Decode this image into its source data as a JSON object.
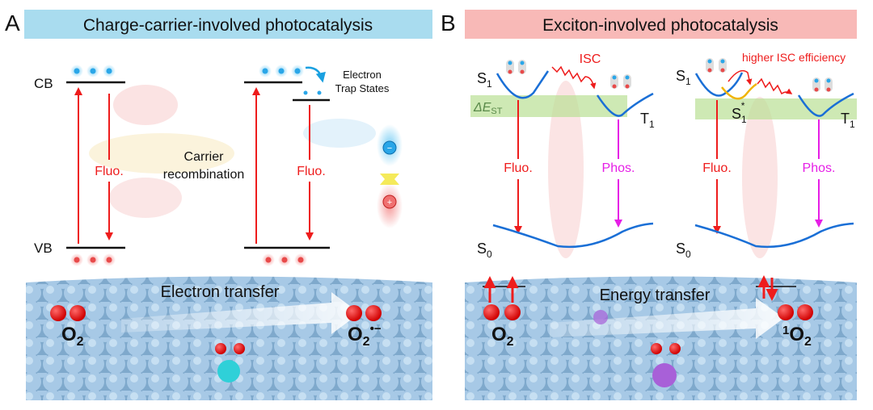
{
  "panel_a": {
    "letter": "A",
    "title": "Charge-carrier-involved photocatalysis",
    "cb_label": "CB",
    "vb_label": "VB",
    "fluo_left": "Fluo.",
    "fluo_right": "Fluo.",
    "carrier_line1": "Carrier",
    "carrier_line2": "recombination",
    "trap_line1": "Electron",
    "trap_line2": "Trap States",
    "transfer_label": "Electron transfer",
    "o2_left": "O",
    "o2_left_sub": "2",
    "o2_right": "O",
    "o2_right_sub": "2",
    "o2_right_sup": "•−"
  },
  "panel_b": {
    "letter": "B",
    "title": "Exciton-involved photocatalysis",
    "s1_left": "S",
    "s1_left_sub": "1",
    "s1_right": "S",
    "s1_right_sub": "1",
    "isc_label": "ISC",
    "higher_isc_label": "higher ISC efficiency",
    "delta_est": "ΔE",
    "delta_est_sub": "ST",
    "t1_left": "T",
    "t1_left_sub": "1",
    "t1_right": "T",
    "t1_right_sub": "1",
    "s1_star": "S",
    "s1_star_sub": "1",
    "s1_star_sup": "*",
    "fluo_left": "Fluo.",
    "phos_left": "Phos.",
    "fluo_right": "Fluo.",
    "phos_right": "Phos.",
    "s0_left": "S",
    "s0_left_sub": "0",
    "s0_right": "S",
    "s0_right_sub": "0",
    "transfer_label": "Energy  transfer",
    "o2_left": "O",
    "o2_left_sub": "2",
    "o2_right_sup": "1",
    "o2_right": "O",
    "o2_right_sub": "2"
  },
  "colors": {
    "title_a_bg": "#a9dcef",
    "title_b_bg": "#f8b9b7",
    "arrow_red": "#ee1c1c",
    "arrow_magenta": "#e61ee6",
    "curve_blue": "#1a6fd6",
    "band_green": "#b9df94",
    "surface_blue": "#8fb8d8"
  }
}
